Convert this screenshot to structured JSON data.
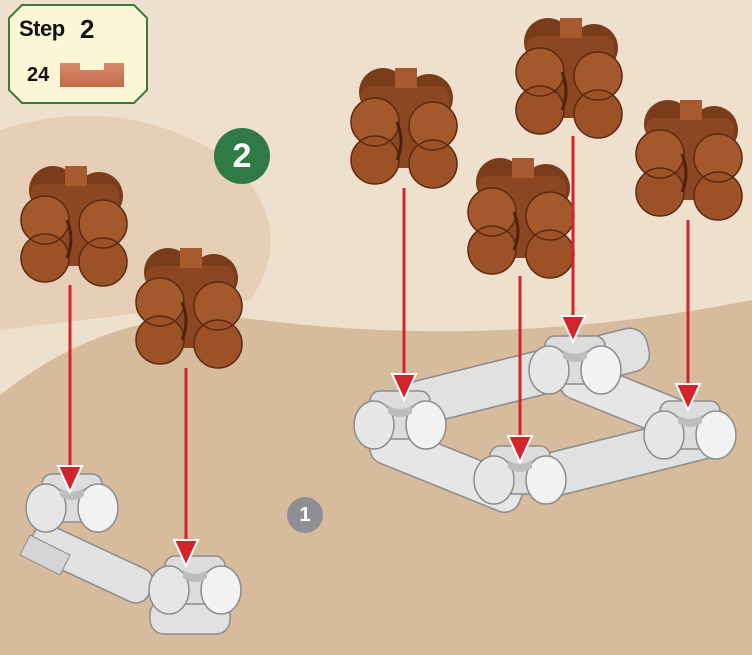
{
  "step": {
    "label": "Step",
    "number": "2"
  },
  "parts": {
    "count": "24",
    "piece_color": "#c8704f"
  },
  "badges": {
    "current_step": "2",
    "previous_step": "1"
  },
  "colors": {
    "background": "#efe0cd",
    "ground": "#d7bb9d",
    "brown_piece": "#9c5226",
    "white_piece": "#ececec",
    "arrow": "#d3242b",
    "panel_border": "#3b7a3a"
  }
}
